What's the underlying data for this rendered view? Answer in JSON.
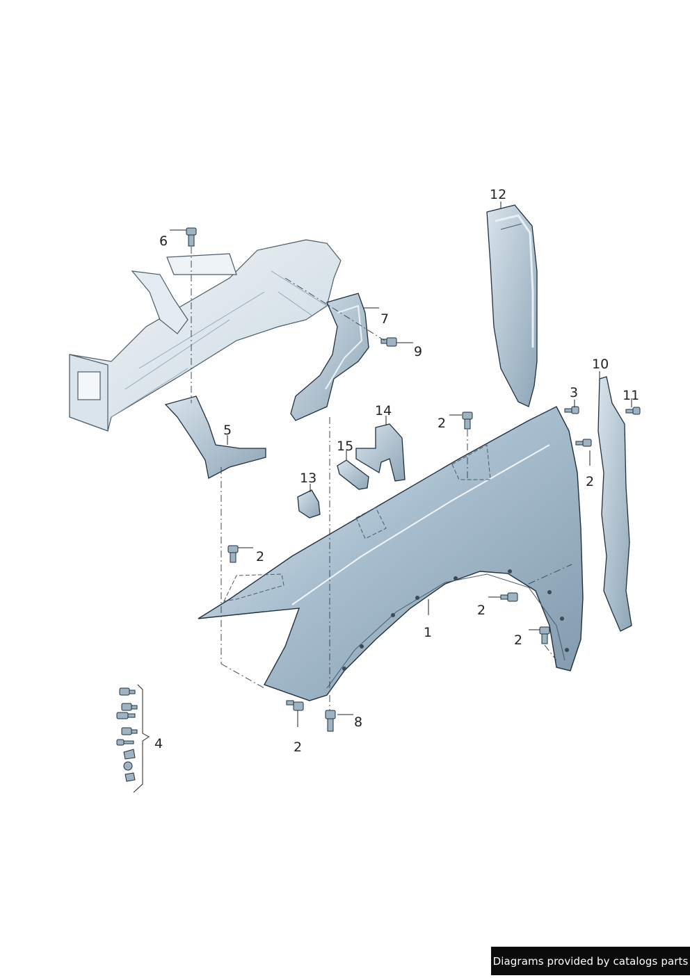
{
  "callouts": {
    "c1": "1",
    "c2": "2",
    "c3": "3",
    "c4": "4",
    "c5": "5",
    "c6": "6",
    "c7": "7",
    "c8": "8",
    "c9": "9",
    "c10": "10",
    "c11": "11",
    "c12": "12",
    "c13": "13",
    "c14": "14",
    "c15": "15"
  },
  "footer": {
    "text": "Diagrams provided by catalogs parts"
  },
  "colors": {
    "part_fill_light": "#e6eef4",
    "part_fill_mid": "#b9cbd8",
    "part_fill_dark": "#7f98aa",
    "outline": "#1f2f3c",
    "footer_bg": "#0b0b0b"
  }
}
